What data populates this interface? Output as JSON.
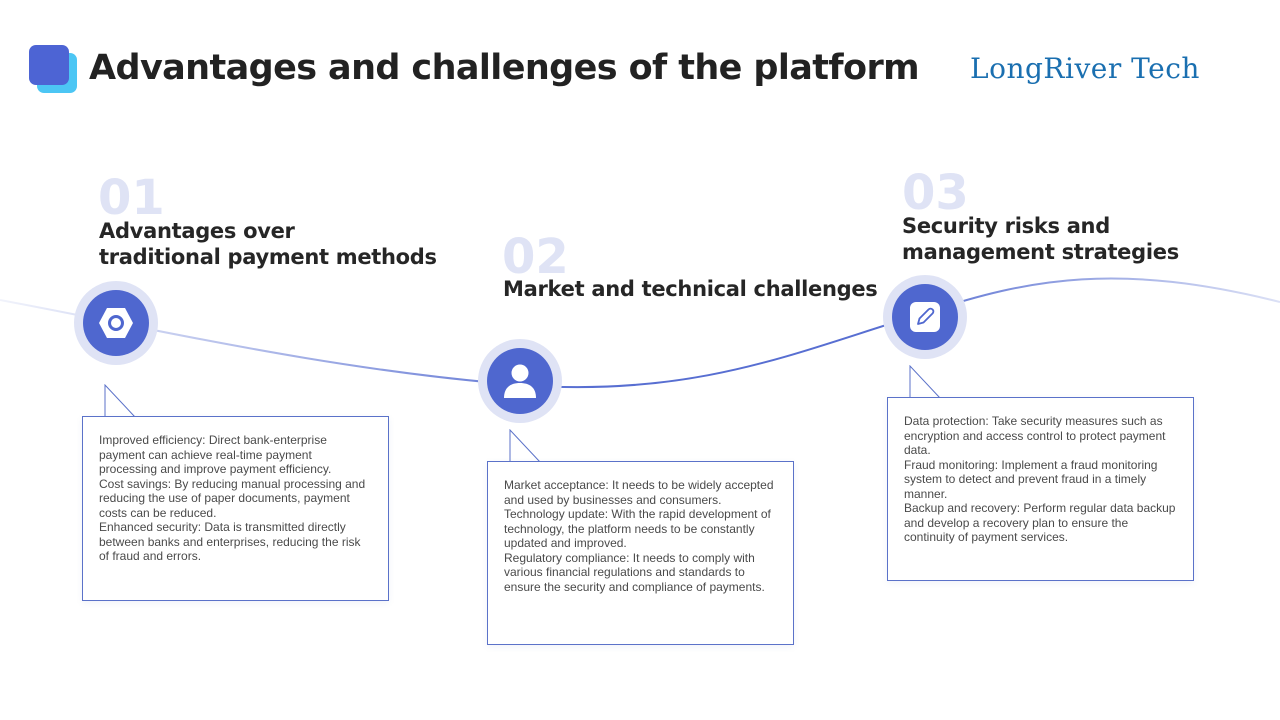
{
  "header": {
    "title": "Advantages and challenges of the platform",
    "brand": "LongRiver Tech"
  },
  "colors": {
    "accent": "#4f67cf",
    "accent_light": "#dfe3f5",
    "logo_back": "#4cc6f4",
    "brand_text": "#1a6fb0"
  },
  "sections": [
    {
      "number": "01",
      "heading_lines": [
        "Advantages over",
        "traditional payment methods"
      ],
      "icon": "hexagon-nut-icon",
      "items": [
        "Improved efficiency: Direct bank-enterprise payment can achieve real-time payment processing and improve payment efficiency.",
        "Cost savings: By reducing manual processing and reducing the use of paper documents, payment costs can be reduced.",
        "Enhanced security: Data is transmitted directly between banks and enterprises, reducing the risk of fraud and errors."
      ]
    },
    {
      "number": "02",
      "heading_lines": [
        "Market and technical challenges"
      ],
      "icon": "user-icon",
      "items": [
        "Market acceptance: It needs to be widely accepted and used by businesses and consumers.",
        "Technology update: With the rapid development of technology, the platform needs to be constantly updated and improved.",
        "Regulatory compliance: It needs to comply with various financial regulations and standards to ensure the security and compliance of payments."
      ]
    },
    {
      "number": "03",
      "heading_lines": [
        "Security risks and",
        "management strategies"
      ],
      "icon": "edit-pen-icon",
      "items": [
        "Data protection: Take security measures such as encryption and access control to protect payment data.",
        "Fraud monitoring: Implement a fraud monitoring system to detect and prevent fraud in a timely manner.",
        "Backup and recovery: Perform regular data backup and develop a recovery plan to ensure the continuity of payment services."
      ]
    }
  ]
}
